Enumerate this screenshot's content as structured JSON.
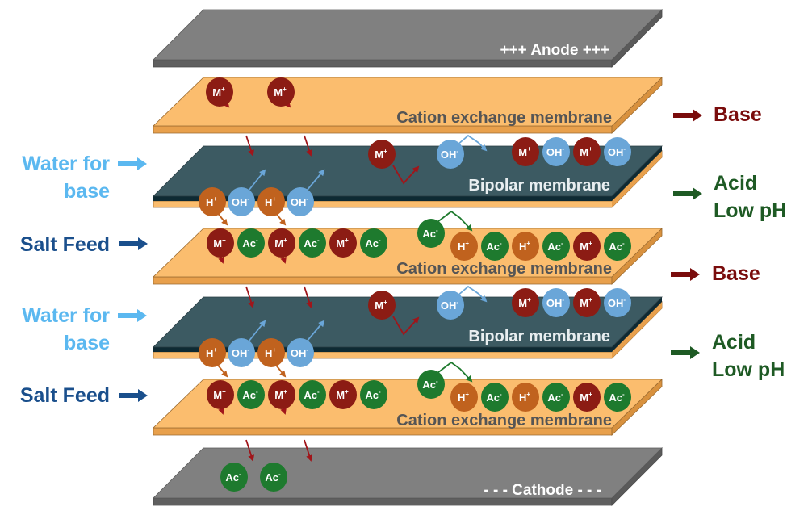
{
  "title": "Bipolar membrane electrodialysis stack",
  "colors": {
    "electrode_top": "#808080",
    "electrode_edge": "#5f5f5f",
    "electrode_text": "#ffffff",
    "cem_top": "#fbbd6e",
    "cem_edge": "#e8a04c",
    "cem_text": "#555555",
    "bpm_top": "#3c5a62",
    "bpm_dark": "#0e2a33",
    "bpm_text": "#e8eef0",
    "ion_metal": "#8c1c14",
    "ion_hydroxide": "#6aa6d8",
    "ion_proton": "#c0621e",
    "ion_acetate": "#1e7a2e",
    "water_label": "#5bb8f0",
    "salt_label": "#1a4f8c",
    "base_label": "#7a0c0c",
    "acid_label": "#1e5a24"
  },
  "layers": [
    {
      "kind": "electrode",
      "label": "+++ Anode +++"
    },
    {
      "kind": "cem",
      "label": "Cation exchange membrane"
    },
    {
      "kind": "bpm",
      "label": "Bipolar membrane"
    },
    {
      "kind": "cem",
      "label": "Cation exchange membrane"
    },
    {
      "kind": "bpm",
      "label": "Bipolar membrane"
    },
    {
      "kind": "cem",
      "label": "Cation exchange membrane"
    },
    {
      "kind": "electrode",
      "label": "- - - Cathode - - -"
    }
  ],
  "ions": {
    "M": {
      "symbol": "M",
      "charge": "+",
      "color_key": "ion_metal"
    },
    "OH": {
      "symbol": "OH",
      "charge": "-",
      "color_key": "ion_hydroxide"
    },
    "H": {
      "symbol": "H",
      "charge": "+",
      "color_key": "ion_proton"
    },
    "Ac": {
      "symbol": "Ac",
      "charge": "-",
      "color_key": "ion_acetate"
    }
  },
  "ion_groups": [
    {
      "name": "cem1-metal-ions",
      "ions": [
        "M",
        "M"
      ]
    },
    {
      "name": "bpm1-left-ions",
      "ions": [
        "H",
        "OH",
        "H",
        "OH"
      ]
    },
    {
      "name": "bpm1-migrating-metal",
      "ions": [
        "M"
      ]
    },
    {
      "name": "bpm1-migrating-hydroxide",
      "ions": [
        "OH"
      ]
    },
    {
      "name": "bpm1-base-ions",
      "ions": [
        "M",
        "OH",
        "M",
        "OH"
      ]
    },
    {
      "name": "cem2-salt-ions",
      "ions": [
        "M",
        "Ac",
        "M",
        "Ac",
        "M",
        "Ac"
      ]
    },
    {
      "name": "cem2-migrating-acetate",
      "ions": [
        "Ac"
      ]
    },
    {
      "name": "cem2-acid-ions",
      "ions": [
        "H",
        "Ac",
        "H",
        "Ac",
        "M",
        "Ac"
      ]
    },
    {
      "name": "bpm2-left-ions",
      "ions": [
        "H",
        "OH",
        "H",
        "OH"
      ]
    },
    {
      "name": "bpm2-migrating-metal",
      "ions": [
        "M"
      ]
    },
    {
      "name": "bpm2-migrating-hydroxide",
      "ions": [
        "OH"
      ]
    },
    {
      "name": "bpm2-base-ions",
      "ions": [
        "M",
        "OH",
        "M",
        "OH"
      ]
    },
    {
      "name": "cem3-salt-ions",
      "ions": [
        "M",
        "Ac",
        "M",
        "Ac",
        "M",
        "Ac"
      ]
    },
    {
      "name": "cem3-migrating-acetate",
      "ions": [
        "Ac"
      ]
    },
    {
      "name": "cem3-acid-ions",
      "ions": [
        "H",
        "Ac",
        "H",
        "Ac",
        "M",
        "Ac"
      ]
    },
    {
      "name": "cathode-acetate-ions",
      "ions": [
        "Ac",
        "Ac"
      ]
    }
  ],
  "inputs": [
    {
      "label_line1": "Water for",
      "label_line2": "base",
      "color_key": "water_label"
    },
    {
      "label_line1": "Salt Feed",
      "label_line2": "",
      "color_key": "salt_label"
    },
    {
      "label_line1": "Water for",
      "label_line2": "base",
      "color_key": "water_label"
    },
    {
      "label_line1": "Salt Feed",
      "label_line2": "",
      "color_key": "salt_label"
    }
  ],
  "outputs": [
    {
      "label_line1": "Base",
      "label_line2": "",
      "color_key": "base_label"
    },
    {
      "label_line1": "Acid",
      "label_line2": "Low pH",
      "color_key": "acid_label"
    },
    {
      "label_line1": "Base",
      "label_line2": "",
      "color_key": "base_label"
    },
    {
      "label_line1": "Acid",
      "label_line2": "Low pH",
      "color_key": "acid_label"
    }
  ]
}
